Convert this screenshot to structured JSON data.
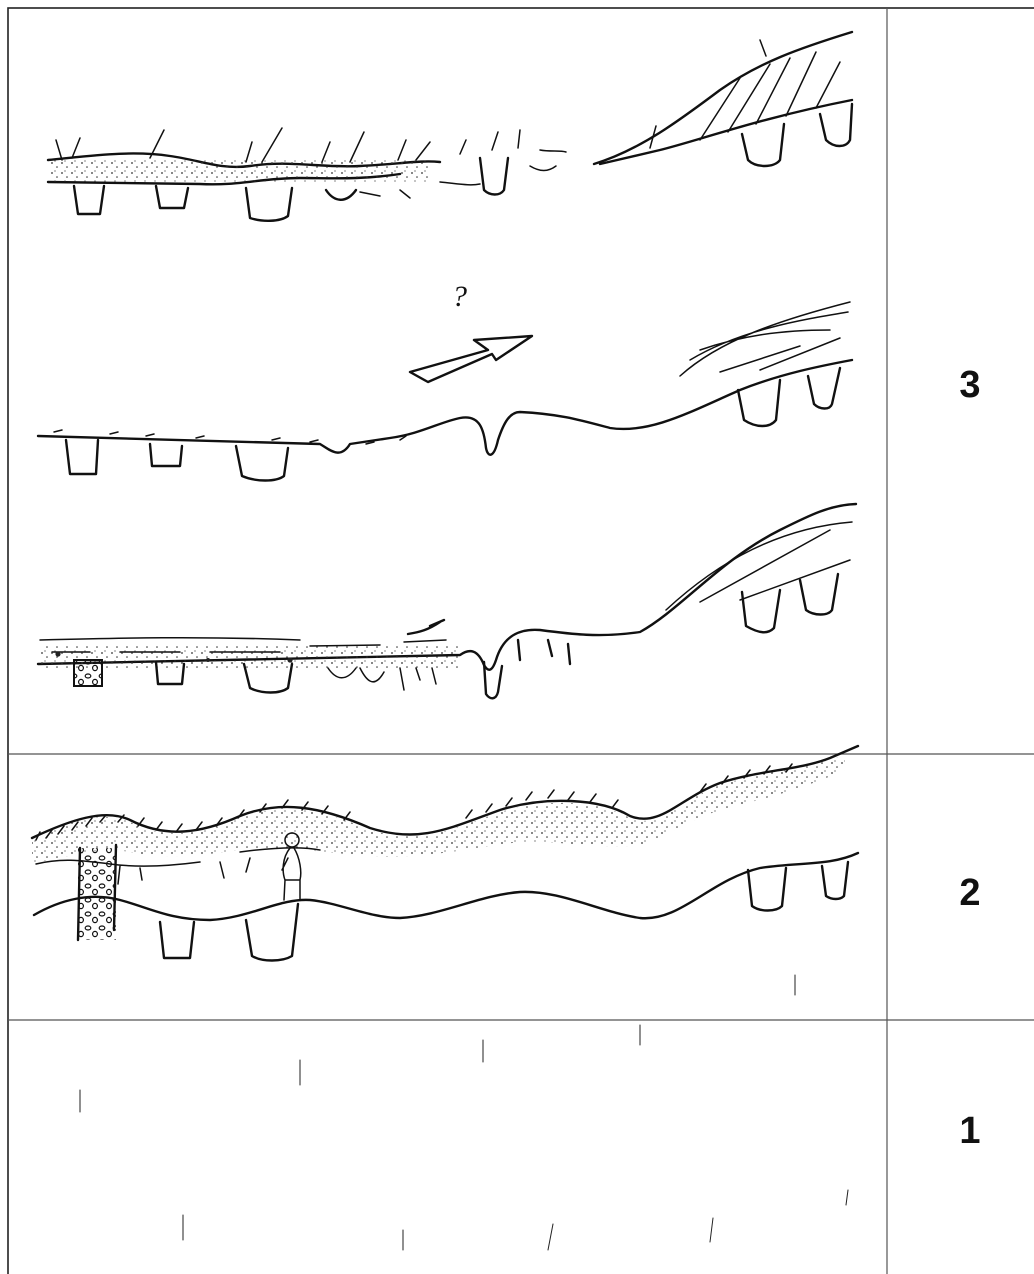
{
  "phases": [
    {
      "id": "3",
      "label": "3"
    },
    {
      "id": "2",
      "label": "2"
    },
    {
      "id": "1",
      "label": "1"
    }
  ],
  "annotation": {
    "question_mark": "?"
  }
}
